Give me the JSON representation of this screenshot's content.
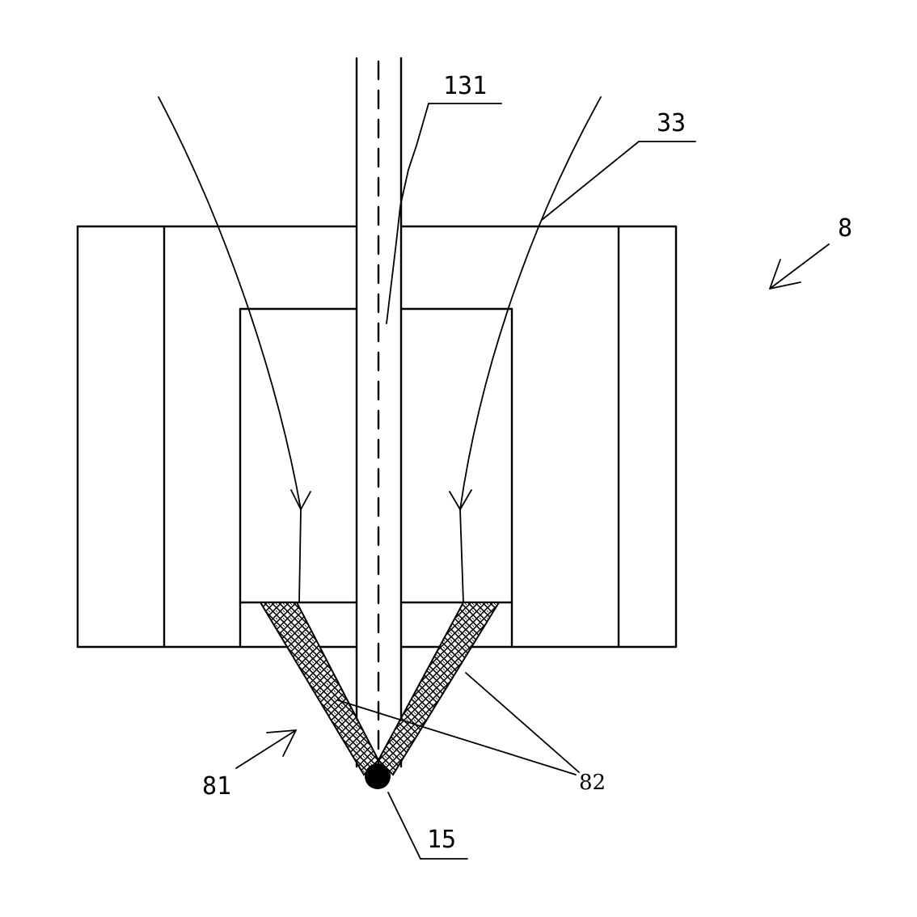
{
  "labels": {
    "assembly": "8",
    "fiber_axis": "131",
    "wires": "33",
    "tip_region": "81",
    "coating": "82",
    "bead": "15"
  }
}
